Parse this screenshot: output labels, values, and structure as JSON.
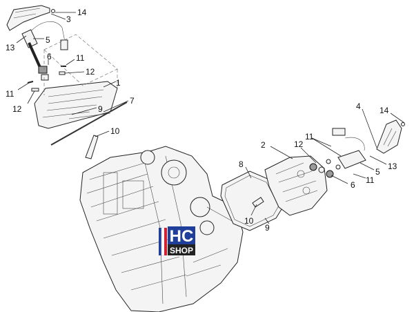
{
  "callouts": [
    "14",
    "3",
    "13",
    "5",
    "6",
    "11",
    "11",
    "12",
    "12",
    "1",
    "9",
    "7",
    "10",
    "4",
    "14",
    "11",
    "12",
    "2",
    "8",
    "5",
    "13",
    "6",
    "11",
    "10",
    "9"
  ],
  "logo": {
    "line1": "HC",
    "line2": "SHOP",
    "colors": {
      "blue": "#1f3f9a",
      "red": "#d1202f",
      "dark": "#222222"
    }
  }
}
